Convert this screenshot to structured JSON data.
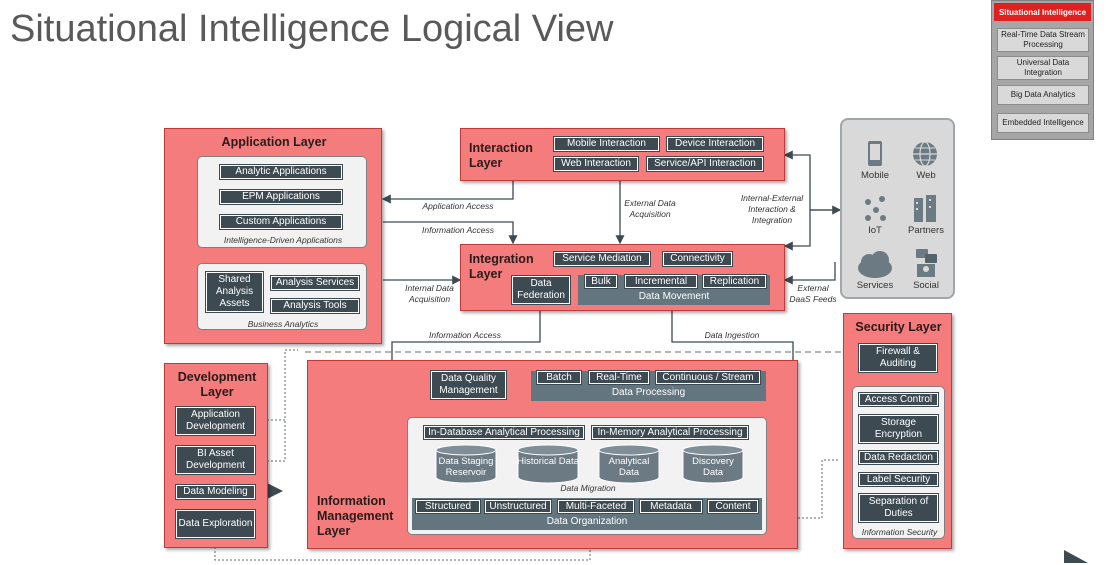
{
  "title": "Situational Intelligence Logical View",
  "nav": {
    "active": "Situational Intelligence",
    "items": [
      "Real-Time Data Stream Processing",
      "Universal Data Integration",
      "Big Data Analytics",
      "Embedded Intelligence"
    ]
  },
  "application_layer": {
    "title": "Application Layer",
    "apps": [
      "Analytic Applications",
      "EPM Applications",
      "Custom Applications"
    ],
    "apps_caption": "Intelligence-Driven Applications",
    "shared": "Shared Analysis Assets",
    "services": "Analysis Services",
    "tools": "Analysis Tools",
    "analytics_caption": "Business Analytics"
  },
  "interaction_layer": {
    "title": "Interaction Layer",
    "items": [
      "Mobile Interaction",
      "Device Interaction",
      "Web Interaction",
      "Service/API Interaction"
    ]
  },
  "integration_layer": {
    "title": "Integration Layer",
    "service_mediation": "Service Mediation",
    "connectivity": "Connectivity",
    "data_federation": "Data Federation",
    "movement_items": [
      "Bulk",
      "Incremental",
      "Replication"
    ],
    "movement_label": "Data Movement"
  },
  "channels": {
    "items": [
      "Mobile",
      "Web",
      "IoT",
      "Partners",
      "Services",
      "Social"
    ]
  },
  "development_layer": {
    "title": "Development Layer",
    "items": [
      "Application Development",
      "BI Asset Development",
      "Data Modeling",
      "Data Exploration"
    ]
  },
  "info_mgmt_layer": {
    "title": "Information Management Layer",
    "dq": "Data Quality Management",
    "processing_items": [
      "Batch",
      "Real-Time",
      "Continuous / Stream"
    ],
    "processing_label": "Data Processing",
    "in_db": "In-Database Analytical Processing",
    "in_mem": "In-Memory Analytical Processing",
    "stores": [
      "Data Staging Reservoir",
      "Historical Data",
      "Analytical Data",
      "Discovery Data"
    ],
    "migration": "Data Migration",
    "org_items": [
      "Structured",
      "Unstructured",
      "Multi-Faceted",
      "Metadata",
      "Content"
    ],
    "org_label": "Data Organization"
  },
  "security_layer": {
    "title": "Security Layer",
    "firewall": "Firewall & Auditing",
    "items": [
      "Access Control",
      "Storage Encryption",
      "Data Redaction",
      "Label Security",
      "Separation of Duties"
    ],
    "caption": "Information Security"
  },
  "flows": {
    "application_access": "Application Access",
    "information_access_top": "Information Access",
    "external_acq": "External Data Acquisition",
    "internal_external": "Internal-External Interaction & Integration",
    "internal_acq": "Internal Data Acquisition",
    "external_daas": "External DaaS Feeds",
    "information_access_low": "Information Access",
    "data_ingestion": "Data Ingestion"
  },
  "colors": {
    "layer_fill": "#f47c7c",
    "box_dark": "#3d4a52",
    "bar_slate": "#63757f",
    "nav_active": "#e02020"
  }
}
